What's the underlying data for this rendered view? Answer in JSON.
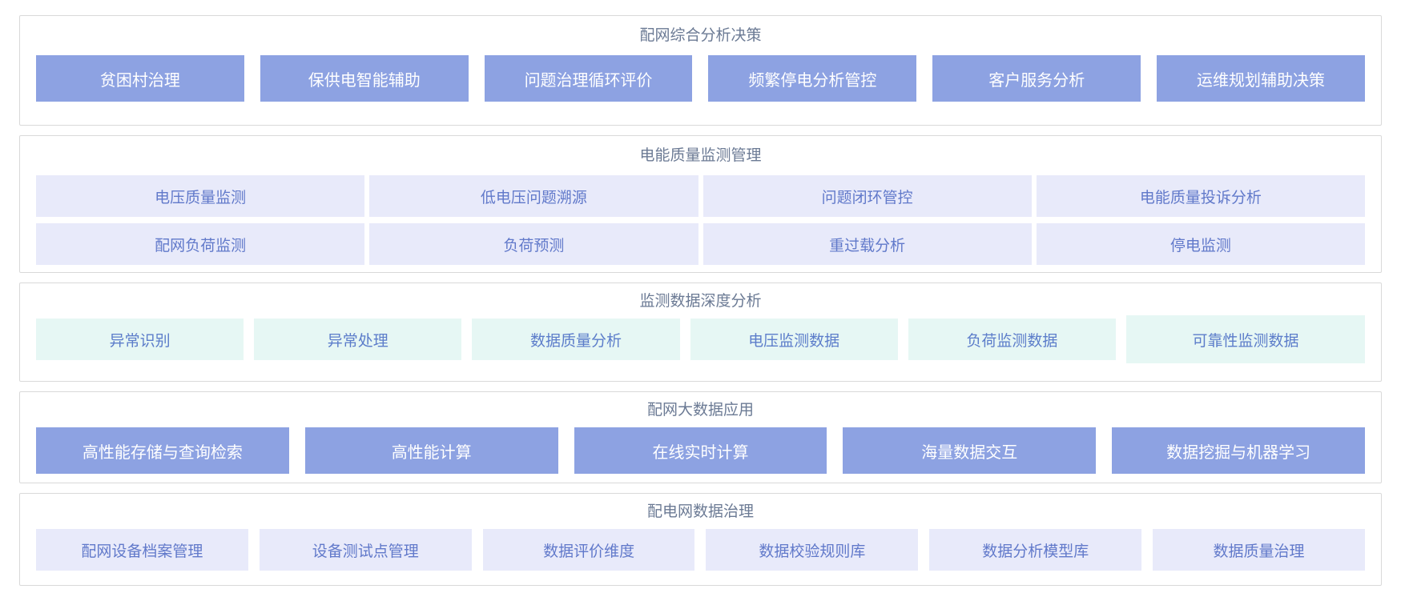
{
  "palette": {
    "solid_bg": "#8da2e2",
    "solid_text": "#ffffff",
    "lavender_bg": "#e8eafa",
    "lavender_text": "#6179ca",
    "mint_bg": "#e6f7f4",
    "mint_text": "#5c7dca",
    "title_color": "#6b7a94",
    "panel_border": "#d9d9d9"
  },
  "sections": [
    {
      "id": "analysis-decision",
      "title": "配网综合分析决策",
      "style": "solid",
      "rows": [
        [
          "贫困村治理",
          "保供电智能辅助",
          "问题治理循环评价",
          "频繁停电分析管控",
          "客户服务分析",
          "运维规划辅助决策"
        ]
      ]
    },
    {
      "id": "power-quality-monitoring",
      "title": "电能质量监测管理",
      "style": "lavender",
      "rows": [
        [
          "电压质量监测",
          "低电压问题溯源",
          "问题闭环管控",
          "电能质量投诉分析"
        ],
        [
          "配网负荷监测",
          "负荷预测",
          "重过载分析",
          "停电监测"
        ]
      ]
    },
    {
      "id": "monitoring-data-analysis",
      "title": "监测数据深度分析",
      "style": "mint",
      "highlighted_index": 5,
      "rows": [
        [
          "异常识别",
          "异常处理",
          "数据质量分析",
          "电压监测数据",
          "负荷监测数据",
          "可靠性监测数据"
        ]
      ]
    },
    {
      "id": "big-data-application",
      "title": "配网大数据应用",
      "style": "solid",
      "rows": [
        [
          "高性能存储与查询检索",
          "高性能计算",
          "在线实时计算",
          "海量数据交互",
          "数据挖掘与机器学习"
        ]
      ]
    },
    {
      "id": "data-governance",
      "title": "配电网数据治理",
      "style": "lavender",
      "rows": [
        [
          "配网设备档案管理",
          "设备测试点管理",
          "数据评价维度",
          "数据校验规则库",
          "数据分析模型库",
          "数据质量治理"
        ]
      ]
    }
  ]
}
